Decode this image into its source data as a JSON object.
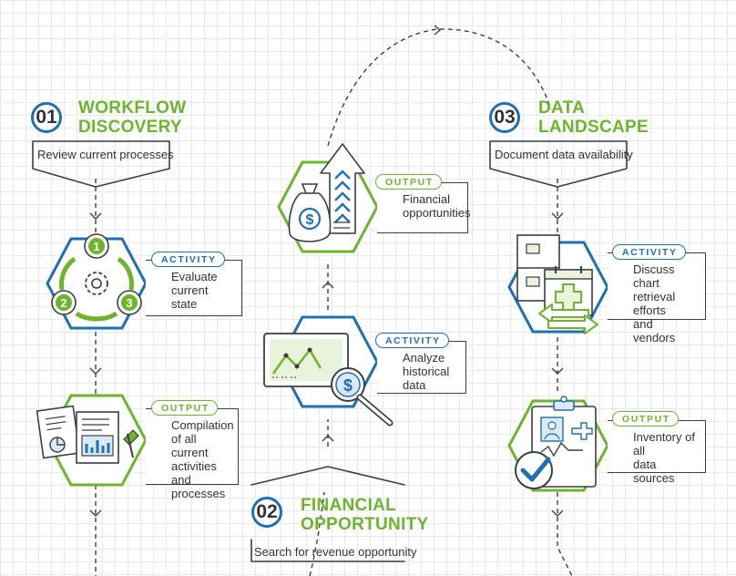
{
  "phases": [
    {
      "number": "01",
      "title_line1": "WORKFLOW",
      "title_line2": "DISCOVERY",
      "subtitle": "Review current processes"
    },
    {
      "number": "02",
      "title_line1": "FINANCIAL",
      "title_line2": "OPPORTUNITY",
      "subtitle": "Search for revenue opportunity"
    },
    {
      "number": "03",
      "title_line1": "DATA",
      "title_line2": "LANDSCAPE",
      "subtitle": "Document data availability"
    }
  ],
  "cards": {
    "p1_activity": {
      "tag": "ACTIVITY",
      "text": "Evaluate\ncurrent state"
    },
    "p1_output": {
      "tag": "OUTPUT",
      "text": "Compilation\nof all current\nactivities and\nprocesses"
    },
    "p2_output": {
      "tag": "OUTPUT",
      "text": "Financial\nopportunities"
    },
    "p2_activity": {
      "tag": "ACTIVITY",
      "text": "Analyze\nhistorical data"
    },
    "p3_activity": {
      "tag": "ACTIVITY",
      "text": "Discuss chart\nretrieval efforts\nand vendors"
    },
    "p3_output": {
      "tag": "OUTPUT",
      "text": "Inventory of all\ndata sources"
    }
  },
  "icon_labels": {
    "step1": "1",
    "step2": "2",
    "step3": "3",
    "dollar": "$"
  },
  "colors": {
    "green": "#6db52d",
    "blue": "#1f6fb5",
    "ink": "#3a3f44",
    "light_green": "#e9f3dc",
    "light_blue": "#dbe9f6"
  },
  "icons": [
    "cycle-gears-icon",
    "documents-charts-icon",
    "money-bag-arrow-icon",
    "monitor-magnifier-icon",
    "files-calendar-arrows-icon",
    "clipboard-check-icon"
  ]
}
